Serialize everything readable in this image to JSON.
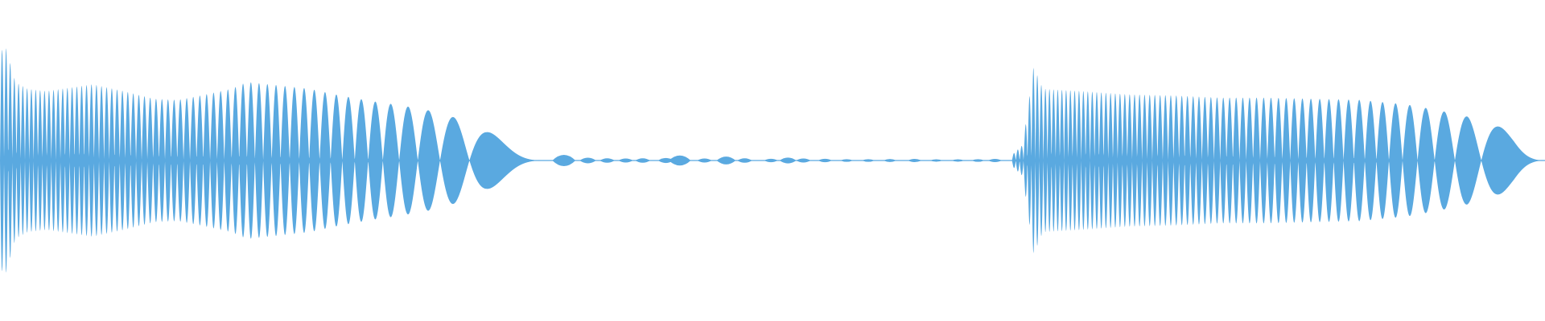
{
  "waveform": {
    "color": "#5aa9e0",
    "background": "#ffffff",
    "segments": [
      {
        "id": "segment-1",
        "start": 0.0,
        "end": 0.3525,
        "envelope": [
          [
            0.0,
            0.98
          ],
          [
            0.004,
            1.0
          ],
          [
            0.01,
            0.7
          ],
          [
            0.018,
            0.64
          ],
          [
            0.03,
            0.62
          ],
          [
            0.045,
            0.65
          ],
          [
            0.06,
            0.68
          ],
          [
            0.08,
            0.62
          ],
          [
            0.1,
            0.55
          ],
          [
            0.115,
            0.54
          ],
          [
            0.13,
            0.58
          ],
          [
            0.15,
            0.64
          ],
          [
            0.16,
            0.7
          ],
          [
            0.18,
            0.67
          ],
          [
            0.2,
            0.64
          ],
          [
            0.22,
            0.58
          ],
          [
            0.24,
            0.53
          ],
          [
            0.26,
            0.49
          ],
          [
            0.28,
            0.44
          ],
          [
            0.3,
            0.36
          ],
          [
            0.315,
            0.26
          ],
          [
            0.33,
            0.18
          ],
          [
            0.345,
            0.09
          ],
          [
            0.3525,
            0.05
          ]
        ],
        "cycles": 64,
        "chirp": 2.1
      },
      {
        "id": "segment-2",
        "start": 0.655,
        "end": 1.0,
        "envelope": [
          [
            0.655,
            0.05
          ],
          [
            0.662,
            0.14
          ],
          [
            0.669,
            0.84
          ],
          [
            0.675,
            0.64
          ],
          [
            0.7,
            0.62
          ],
          [
            0.73,
            0.59
          ],
          [
            0.76,
            0.58
          ],
          [
            0.79,
            0.56
          ],
          [
            0.82,
            0.56
          ],
          [
            0.85,
            0.55
          ],
          [
            0.88,
            0.54
          ],
          [
            0.91,
            0.5
          ],
          [
            0.93,
            0.45
          ],
          [
            0.95,
            0.39
          ],
          [
            0.965,
            0.33
          ],
          [
            0.98,
            0.25
          ],
          [
            0.99,
            0.16
          ],
          [
            1.0,
            0.1
          ]
        ],
        "cycles": 70,
        "chirp": 2.0
      }
    ],
    "quiet_blips": [
      {
        "x": 0.365,
        "amp": 0.05
      },
      {
        "x": 0.3805,
        "amp": 0.025
      },
      {
        "x": 0.393,
        "amp": 0.02
      },
      {
        "x": 0.405,
        "amp": 0.018
      },
      {
        "x": 0.416,
        "amp": 0.02
      },
      {
        "x": 0.431,
        "amp": 0.022
      },
      {
        "x": 0.44,
        "amp": 0.045
      },
      {
        "x": 0.456,
        "amp": 0.018
      },
      {
        "x": 0.47,
        "amp": 0.035
      },
      {
        "x": 0.482,
        "amp": 0.02
      },
      {
        "x": 0.499,
        "amp": 0.015
      },
      {
        "x": 0.51,
        "amp": 0.026
      },
      {
        "x": 0.52,
        "amp": 0.018
      },
      {
        "x": 0.534,
        "amp": 0.015
      },
      {
        "x": 0.548,
        "amp": 0.012
      },
      {
        "x": 0.562,
        "amp": 0.012
      },
      {
        "x": 0.576,
        "amp": 0.013
      },
      {
        "x": 0.592,
        "amp": 0.014
      },
      {
        "x": 0.606,
        "amp": 0.011
      },
      {
        "x": 0.62,
        "amp": 0.011
      },
      {
        "x": 0.633,
        "amp": 0.012
      },
      {
        "x": 0.644,
        "amp": 0.014
      }
    ]
  }
}
